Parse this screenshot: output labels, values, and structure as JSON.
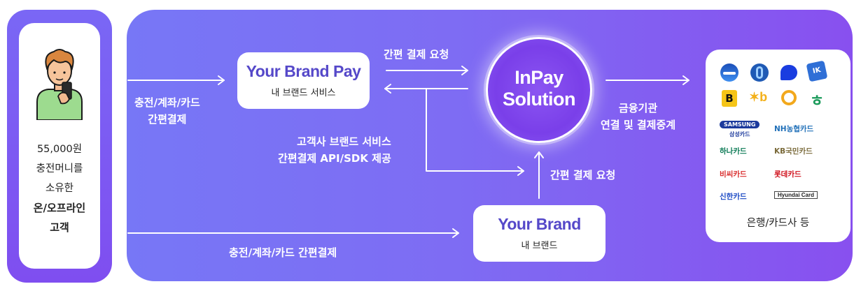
{
  "customer": {
    "line1": "55,000원",
    "line2": "충전머니를",
    "line3": "소유한",
    "line4": "온/오프라인",
    "line5": "고객"
  },
  "brand_pay": {
    "title": "Your Brand Pay",
    "subtitle": "내 브랜드 서비스"
  },
  "brand": {
    "title": "Your Brand",
    "subtitle": "내 브랜드"
  },
  "inpay": {
    "line1": "InPay",
    "line2": "Solution"
  },
  "labels": {
    "charge_top_1": "충전/계좌/카드",
    "charge_top_2": "간편결제",
    "simple_request_top": "간편 결제 요청",
    "brand_service_1": "고객사 브랜드 서비스",
    "brand_service_2": "간편결제 API/SDK 제공",
    "simple_request_right": "간편 결제 요청",
    "finance_1": "금융기관",
    "finance_2": "연결 및 결제중계",
    "charge_bottom": "충전/계좌/카드 간편결제"
  },
  "banks": {
    "cards": {
      "samsung_logo": "SAMSUNG",
      "samsung": "삼성카드",
      "nh": "NH농협카드",
      "hana": "하나카드",
      "kb": "KB국민카드",
      "bc": "비씨카드",
      "lotte": "롯데카드",
      "shinhan": "신한카드",
      "hyundai": "Hyundai Card"
    },
    "footer": "은행/카드사 등"
  },
  "colors": {
    "panel_start": "#7777f6",
    "panel_end": "#8850ef",
    "brand_text": "#5548c9"
  }
}
